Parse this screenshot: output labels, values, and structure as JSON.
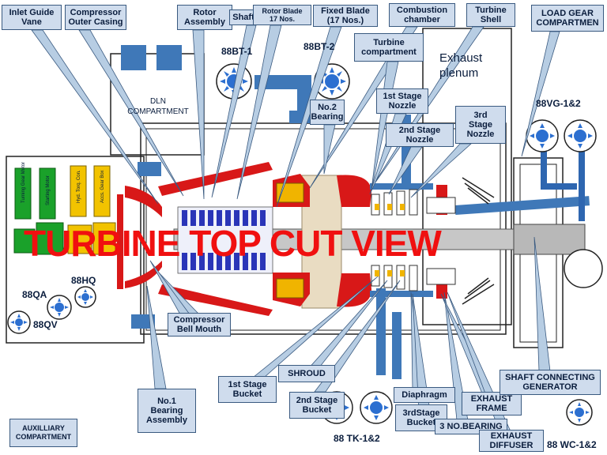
{
  "title": "TURBINE TOP CUT VIEW",
  "labels": {
    "inlet_guide_vane": "Inlet Guide\nVane",
    "compressor_outer_casing": "Compressor\nOuter Casing",
    "rotor_assembly": "Rotor\nAssembly",
    "shaft": "Shaft",
    "rotor_blade": "Rotor Blade\n17 Nos.",
    "fixed_blade": "Fixed Blade\n(17 Nos.)",
    "combustion_chamber": "Combustion\nchamber",
    "turbine_shell": "Turbine\nShell",
    "load_gear_compartment": "LOAD GEAR\nCOMPARTMEN",
    "turbine_compartment": "Turbine\ncompartment",
    "exhaust_plenum": "Exhaust\nplenum",
    "first_stage_nozzle": "1st Stage\nNozzle",
    "no2_bearing": "No.2\nBearing",
    "second_stage_nozzle": "2nd Stage\nNozzle",
    "third_stage_nozzle": "3rd\nStage\nNozzle",
    "dln_compartment": "DLN\nCOMPARTMENT",
    "compressor_bell_mouth": "Compressor\nBell Mouth",
    "no1_bearing_assembly": "No.1\nBearing\nAssembly",
    "auxiliary_compartment": "AUXILLIARY\nCOMPARTMENT",
    "first_stage_bucket": "1st Stage\nBucket",
    "shroud": "SHROUD",
    "second_stage_bucket": "2nd Stage\nBucket",
    "diaphragm": "Diaphragm",
    "third_stage_bucket": "3rdStage\nBucket",
    "no3_bearing": "3 NO.BEARING",
    "exhaust_frame": "EXHAUST\nFRAME",
    "exhaust_diffuser": "EXHAUST\nDIFFUSER",
    "shaft_connecting_generator": "SHAFT CONNECTING\nGENERATOR"
  },
  "aux_modules": {
    "turning_gear_motor": "Turning Gear Motor",
    "starting_motor": "Starting Motor",
    "hyd_torq_con": "Hyd. Torq. Con.",
    "accs_gear_box": "Accs. Gear Box"
  },
  "fan_tags": {
    "bt1": "88BT-1",
    "bt2": "88BT-2",
    "vg": "88VG-1&2",
    "hq": "88HQ",
    "qa": "88QA",
    "qv": "88QV",
    "tk": "88 TK-1&2",
    "wc": "88 WC-1&2"
  },
  "colors": {
    "title": "#f01010",
    "label_fill": "#cfdced",
    "leader": "#b7cde3",
    "casing": "#d81818",
    "pipe": "#3f78b8",
    "compressor_disc": "#2a35b8",
    "bearing_block": "#e9dcc2",
    "combustor": "#f0b400",
    "aux_green": "#1aa12a",
    "aux_yellow": "#f2c300",
    "fan_blue": "#2c6fd0"
  }
}
